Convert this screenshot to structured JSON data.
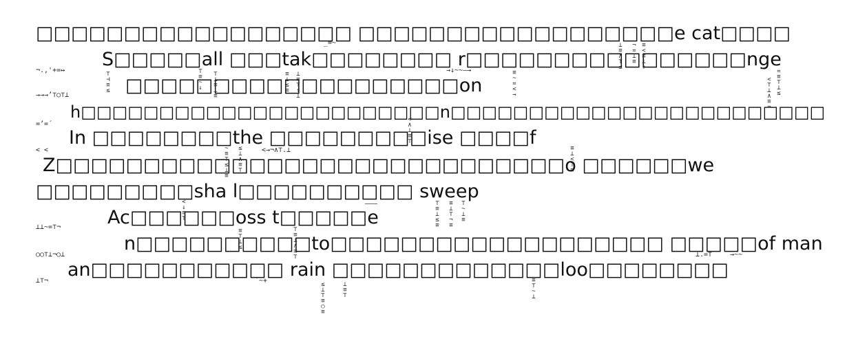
{
  "lines": [
    "□□□□□□□□□□□□□□□□□□ □□□□□□□□□□□□□□□□□□e cat□□□□",
    "S□□□□□all □□□tak□□□□□□□□ r□□□□□□□□□□□□□□□□nge",
    "□□□□□□□□□□□□□□□□□□□on",
    "h□□□□□□□□□□□□□□□□□□□□□□□n□□□□□□□□□□□□□□□□□□□□□□□□",
    "In □□□□□□□□the □□□□□□□□□ise □□□□f",
    "Z□□□□□□□□□□□□□□□□□□□□□□□□□□□□□o □□□□□□we",
    "□□□□□□□□□sha l□□□□□□□□□□ sweep",
    "Ac□□□□□□oss t□□□□□e",
    "n□□□□□□□□□□to□□□□□□□□□□□□□□□□□□□ □□□□□of man",
    "an□□□□□□□□□□□ rain □□□□□□□□□□□□□loo□□□□□□□□"
  ],
  "noise": [
    "_=~",
    "¬.,'+=↔",
    "→→→’⊤○⊤⊥",
    "=’=´",
    "< <",
    "⊥⊥~=⊤¬",
    "○○⊤⊥¬○⊥",
    "⊥⊤¬",
    "→↓~~—→",
    "<→¬∧⊤.⊥",
    "———",
    "→~~",
    "⊥.=⊤",
    "´~+"
  ],
  "vnoise": [
    "⊤⊣≡≤",
    "⊤≡~↓",
    "⊤⊥≡⊥≡",
    "≡⊥≤≡",
    "⊥≡⊤↑⊥",
    "≡~=<→",
    "⊥≡∧⊤≤",
    "¬=⊥≡",
    "≡<≡⊥↑",
    "<⊤⊥∧≡¬",
    "=≡⊤⊥≤",
    "<∧⊥≡⊤",
    "~≡⊤≤⊥≡",
    "≤⊥∧≡⊤",
    "≡⊥<⊤≡",
    "<↓≡⊤",
    "⊤≡⊥≤≡",
    "≡⊥⊤¬≡",
    "⊤~⊥≡",
    "≡⊤⊥≤",
    "⊤≡⊥∧≡⊤",
    "≤⊥⊤≡○≡",
    "⊥≡⊤",
    "≡⊤~⊥"
  ]
}
